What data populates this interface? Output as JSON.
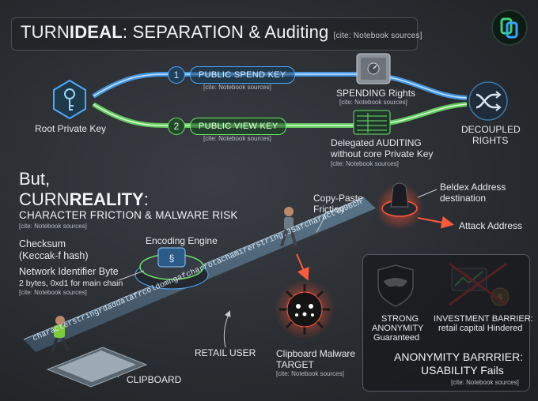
{
  "title": {
    "prefix": "TURN",
    "strong": "IDEAL",
    "rest": ": SEPARATION & Auditing",
    "cite": "[cite: Notebook sources]"
  },
  "root": {
    "label": "Root Private Key"
  },
  "spend": {
    "number": "1",
    "label": "PUBLIC SPEND KEY",
    "cite": "[cite: Notebook sources]",
    "rights": "SPENDING Rights",
    "rights_cite": "[cite: Notebook sources]"
  },
  "view": {
    "number": "2",
    "label": "PUBLIC VIEW KEY",
    "cite": "[cite: Notebook sources]",
    "rights_line1": "Delegated AUDITING",
    "rights_line2": "without core Private Key",
    "rights_cite": "[cite: Notebook sources]"
  },
  "decoupled": {
    "line1": "DECOUPLED",
    "line2": "RIGHTS"
  },
  "reality": {
    "but": "But,",
    "prefix": "CURN",
    "strong": "REALITY",
    "colon": ":",
    "subtitle": "CHARACTER FRICTION & MALWARE RISK",
    "cite": "[cite: Notebook sources]"
  },
  "checksum": {
    "line1": "Checksum",
    "line2": "(Keccak-f hash)"
  },
  "netbyte": {
    "line1": "Network Identifier Byte",
    "line2": "2 bytes, 0xd1 for main chain",
    "cite": "[cite: Notebook sources]"
  },
  "engine": {
    "label": "Encoding Engine"
  },
  "copy_paste": {
    "line1": "Copy-Paste",
    "line2": "Friction"
  },
  "beldex": {
    "line1": "Beldex Address",
    "line2": "destination"
  },
  "attack": {
    "label": "Attack Address"
  },
  "address_text": {
    "main": "characterstringrdaddalafrcoldomngafcharrotachamirerstring.35afcharactly96characters",
    "bottom": "characterstringrdaddalafrcoldomngafcharrotachamirerstring"
  },
  "retail": {
    "label": "RETAIL USER"
  },
  "malware": {
    "line1": "Clipboard Malware",
    "line2": "TARGET",
    "cite": "[cite: Notebook sources]"
  },
  "clipboard": {
    "label": "CLIPBOARD"
  },
  "panel": {
    "anon_line1": "STRONG",
    "anon_line2": "ANONYMITY",
    "anon_line3": "Guaranteed",
    "invest_line1": "INVESTMENT BARRIER:",
    "invest_line2": "retail capital Hindered",
    "barrier_line1": "ANONYMITY BARRRIER:",
    "barrier_line2": "USABILITY Fails",
    "cite": "[cite: Notebook sources]"
  },
  "colors": {
    "blue": "#4ea8ff",
    "green": "#6ee36a",
    "red": "#ff5a3c",
    "bg": "#2c2f33"
  }
}
